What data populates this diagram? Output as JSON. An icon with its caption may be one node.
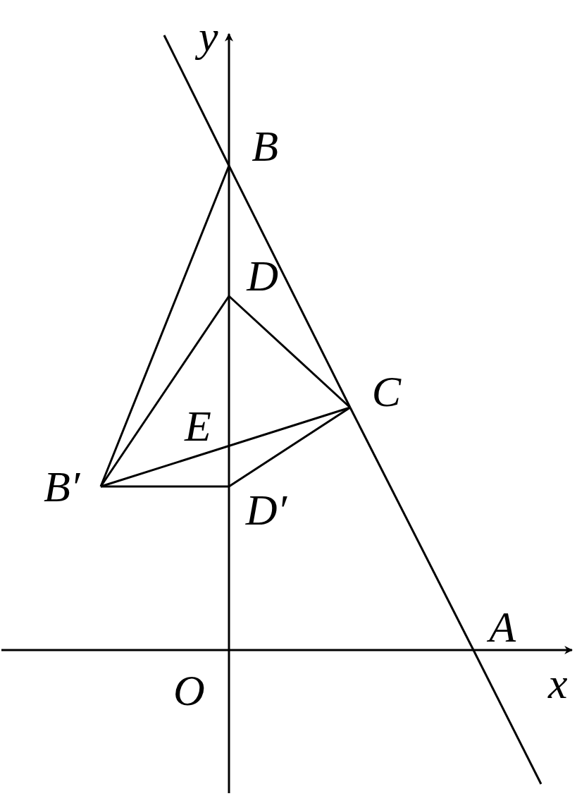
{
  "diagram": {
    "nodes": [
      {
        "text": [
          "B"
        ]
      },
      {
        "text": [
          "D"
        ]
      },
      {
        "text": [
          "C"
        ]
      },
      {
        "text": [
          "B′"
        ]
      },
      {
        "text": [
          "D′"
        ]
      },
      {
        "text": [
          "A"
        ]
      }
    ],
    "edges": [
      {
        "from": 0,
        "to": 3,
        "arrow": "none"
      },
      {
        "from": 0,
        "to": 2,
        "arrow": "none"
      },
      {
        "from": 2,
        "to": 5,
        "arrow": "none"
      },
      {
        "from": 1,
        "to": 3,
        "arrow": "none"
      },
      {
        "from": 1,
        "to": 2,
        "arrow": "none"
      },
      {
        "from": 3,
        "to": 2,
        "arrow": "none"
      },
      {
        "from": 3,
        "to": 4,
        "arrow": "none"
      },
      {
        "from": 4,
        "to": 2,
        "arrow": "none"
      }
    ],
    "labels": [
      "y",
      "E",
      "O",
      "x"
    ]
  }
}
